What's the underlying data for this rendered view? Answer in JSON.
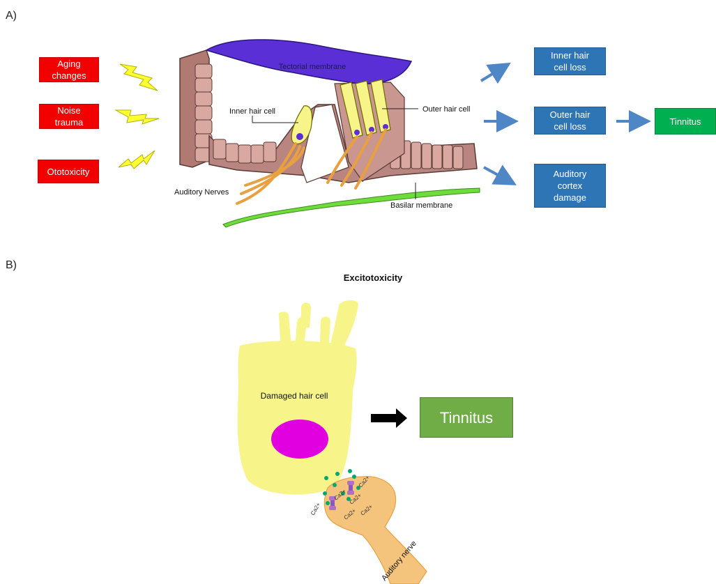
{
  "panels": {
    "a": "A)",
    "b": "B)"
  },
  "causes": [
    {
      "label": "Aging\nchanges"
    },
    {
      "label": "Noise\ntrauma"
    },
    {
      "label": "Ototoxicity"
    }
  ],
  "cochlea_labels": {
    "tectorial": "Tectorial membrane",
    "inner_hair": "Inner hair cell",
    "outer_hair": "Outer hair cell",
    "auditory_nerves": "Auditory Nerves",
    "basilar": "Basilar membrane"
  },
  "effects": [
    {
      "label": "Inner hair\ncell loss"
    },
    {
      "label": "Outer hair\ncell loss"
    },
    {
      "label": "Auditory\ncortex\ndamage"
    }
  ],
  "tinnitus_a": "Tinnitus",
  "panel_b": {
    "title": "Excitotoxicity",
    "cell_label": "Damaged hair cell",
    "tinnitus": "Tinnitus",
    "nerve_label": "Auditory nerve",
    "ion": "Ca2+"
  },
  "colors": {
    "cause_red": "#f20000",
    "effect_blue": "#2e75b6",
    "tinnitus_green": "#00b050",
    "tinnitus_green_b": "#70ad47",
    "tectorial": "#5b2fd6",
    "hair_cell": "#f7f58a",
    "nerve": "#f4c47c",
    "nucleus": "#e000e0",
    "basilar": "#6edc3a"
  }
}
